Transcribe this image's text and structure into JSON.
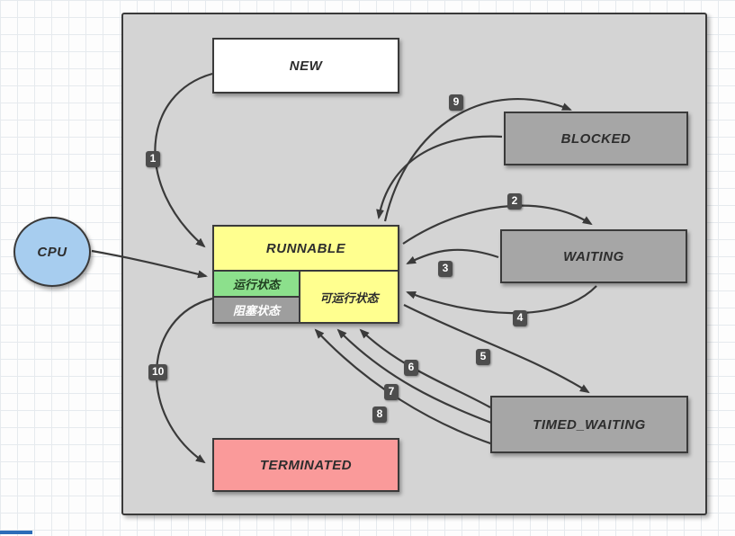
{
  "diagram": {
    "nodes": {
      "cpu": {
        "label": "CPU"
      },
      "new": {
        "label": "NEW"
      },
      "blocked": {
        "label": "BLOCKED"
      },
      "runnable": {
        "label": "RUNNABLE",
        "running_state": "运行状态",
        "blocked_state": "阻塞状态",
        "runnable_state": "可运行状态"
      },
      "waiting": {
        "label": "WAITING"
      },
      "timed_waiting": {
        "label": "TIMED_WAITING"
      },
      "terminated": {
        "label": "TERMINATED"
      }
    },
    "edge_labels": {
      "1": "1",
      "2": "2",
      "3": "3",
      "4": "4",
      "5": "5",
      "6": "6",
      "7": "7",
      "8": "8",
      "9": "9",
      "10": "10"
    },
    "colors": {
      "container_fill": "#d4d4d4",
      "new_fill": "#ffffff",
      "gray_node_fill": "#a6a6a6",
      "yellow_fill": "#ffff8f",
      "green_fill": "#8ce08c",
      "sub_gray_fill": "#9e9e9e",
      "terminated_fill": "#fa9a9a",
      "cpu_fill": "#a7cdef",
      "border": "#3a3a3a",
      "arrow": "#3a3a3a",
      "badge_bg": "#4d4d4d",
      "badge_text": "#ffffff",
      "grid_line": "#e6eaee"
    }
  }
}
